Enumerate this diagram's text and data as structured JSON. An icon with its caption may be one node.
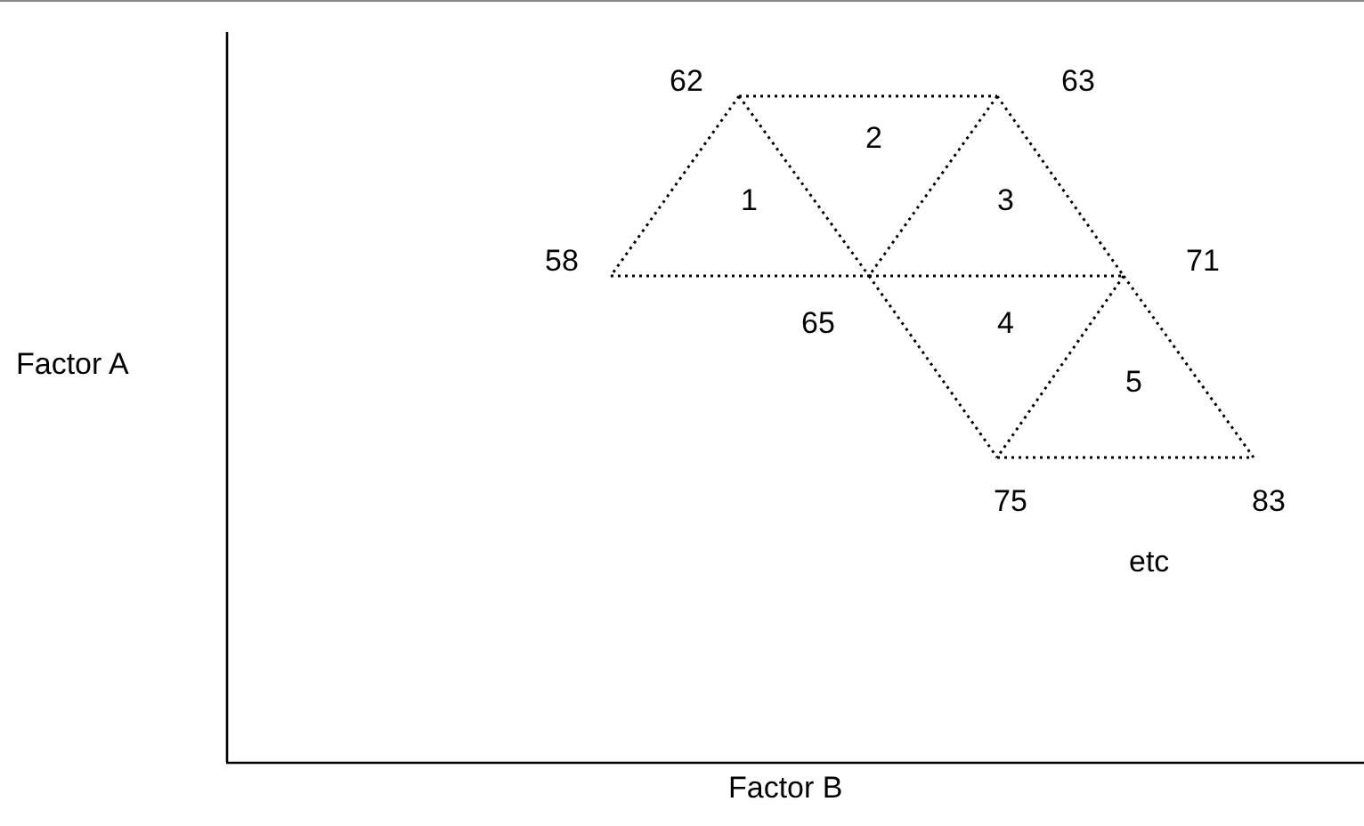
{
  "diagram": {
    "nodes": [
      {
        "text": [
          "62"
        ]
      },
      {
        "text": [
          "63"
        ]
      },
      {
        "text": [
          "58"
        ]
      },
      {
        "text": [
          "65"
        ]
      },
      {
        "text": [
          "71"
        ]
      },
      {
        "text": [
          "75"
        ]
      },
      {
        "text": [
          "83"
        ]
      }
    ],
    "edges": [
      {
        "from": 0,
        "to": 1,
        "arrow": "none"
      },
      {
        "from": 0,
        "to": 2,
        "arrow": "none"
      },
      {
        "from": 0,
        "to": 3,
        "arrow": "none"
      },
      {
        "from": 1,
        "to": 3,
        "arrow": "none"
      },
      {
        "from": 1,
        "to": 4,
        "arrow": "none"
      },
      {
        "from": 2,
        "to": 3,
        "arrow": "none"
      },
      {
        "from": 3,
        "to": 4,
        "arrow": "none"
      },
      {
        "from": 3,
        "to": 5,
        "arrow": "none"
      },
      {
        "from": 4,
        "to": 5,
        "arrow": "none"
      },
      {
        "from": 4,
        "to": 6,
        "arrow": "none"
      },
      {
        "from": 5,
        "to": 6,
        "arrow": "none"
      }
    ],
    "labels": [
      "2",
      "1",
      "3",
      "Factor A",
      "4",
      "5",
      "etc",
      "Factor B"
    ]
  }
}
